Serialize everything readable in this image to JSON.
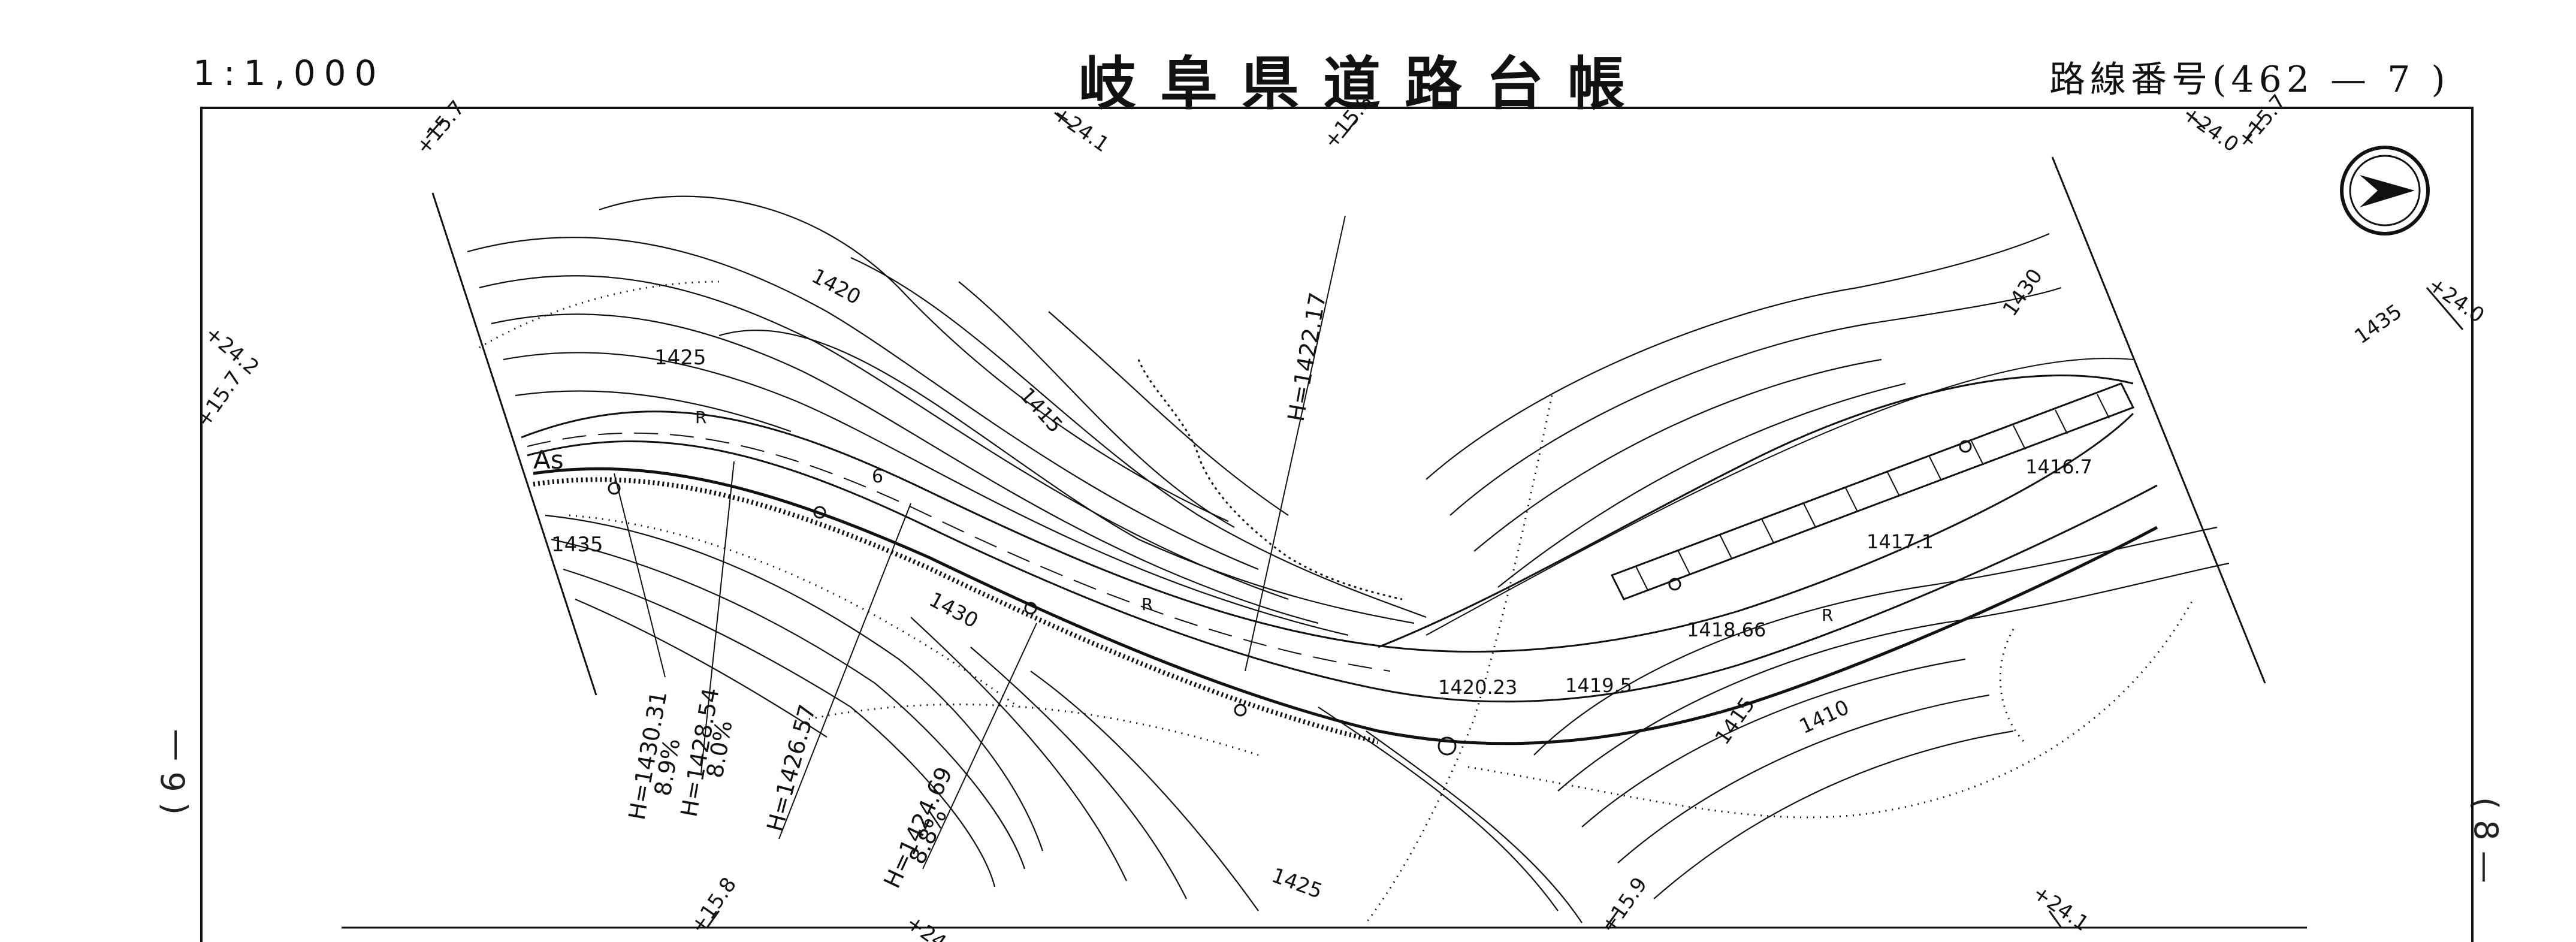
{
  "header": {
    "scale": "1:1,000",
    "title": "岐阜県道路台帳",
    "route": "路線番号(462 — 7 )"
  },
  "sheet_refs": {
    "previous": "( 6 —",
    "next": "( 8 —"
  },
  "map": {
    "road_surface_label": "As",
    "lane_label": "R",
    "route_marker": "6",
    "elevations": [
      "1420",
      "1425",
      "1415",
      "1435",
      "1430",
      "1410"
    ],
    "spot_heights": [
      "1420.23",
      "1419.5",
      "1418.66",
      "1417.1",
      "1416.7"
    ],
    "section_heights": [
      {
        "h": "H=1430.31",
        "grade": "8.9%"
      },
      {
        "h": "H=1428.54",
        "grade": "8.0%"
      },
      {
        "h": "H=1426.57",
        "grade": ""
      },
      {
        "h": "H=1424.69",
        "grade": "8.8%"
      },
      {
        "h": "H=1422.17",
        "grade": ""
      }
    ],
    "chainage": [
      "+15.7",
      "+24.1",
      "+15.8",
      "+24.0",
      "+15.9",
      "+24.2",
      "+24.1"
    ]
  },
  "colors": {
    "ink": "#111111",
    "paper": "#ffffff"
  },
  "icons": [
    "north-arrow-icon"
  ]
}
